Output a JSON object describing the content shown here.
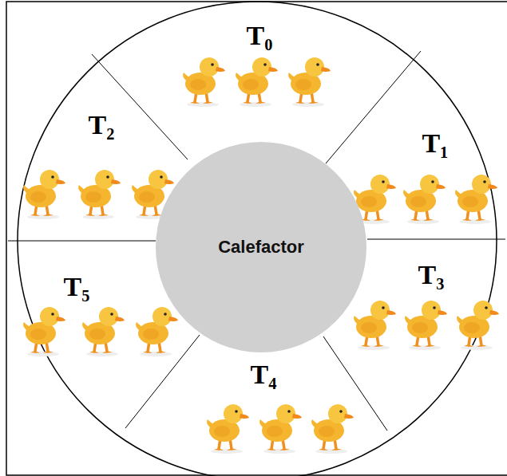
{
  "diagram": {
    "nodes": [
      {
        "text": [
          "Calefactor"
        ]
      }
    ],
    "labels": [
      "T₀",
      "T₂",
      "T₁",
      "T₅",
      "T₃",
      "T₄"
    ]
  }
}
